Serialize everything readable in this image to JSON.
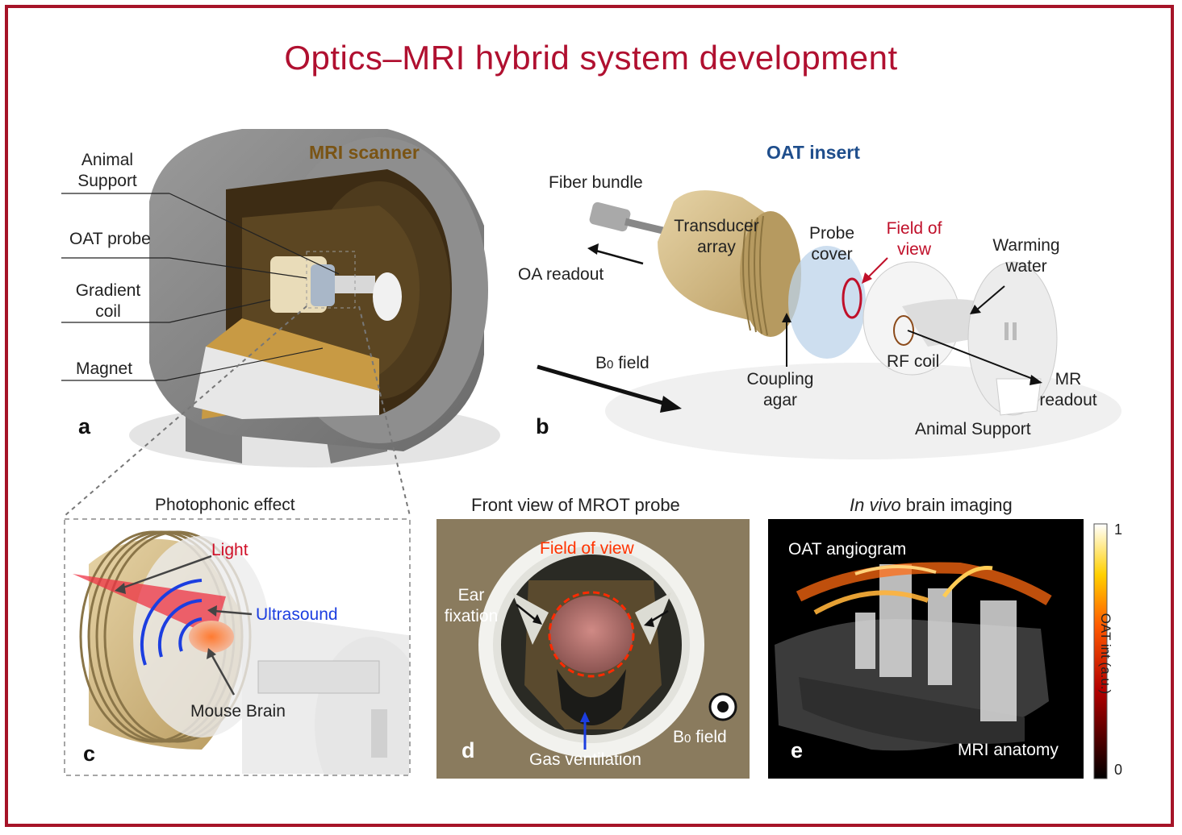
{
  "title": "Optics–MRI hybrid system development",
  "panel_a": {
    "letter": "a",
    "header": "MRI scanner",
    "labels": {
      "animal_support": "Animal\nSupport",
      "oat_probe": "OAT probe",
      "gradient_coil": "Gradient\ncoil",
      "magnet": "Magnet"
    }
  },
  "panel_b": {
    "letter": "b",
    "header": "OAT insert",
    "labels": {
      "fiber_bundle": "Fiber bundle",
      "oa_readout": "OA readout",
      "transducer_array": "Transducer\narray",
      "probe_cover": "Probe\ncover",
      "field_of_view": "Field of\nview",
      "warming_water": "Warming\nwater",
      "b0_prefix": "B",
      "b0_sub": "0",
      "b0_suffix": " field",
      "coupling_agar": "Coupling\nagar",
      "rf_coil": "RF coil",
      "mr_readout": "MR\nreadout",
      "animal_support": "Animal Support"
    }
  },
  "panel_c": {
    "letter": "c",
    "header": "Photophonic effect",
    "labels": {
      "light": "Light",
      "ultrasound": "Ultrasound",
      "mouse_brain": "Mouse Brain"
    }
  },
  "panel_d": {
    "letter": "d",
    "header": "Front view of MROT probe",
    "labels": {
      "field_of_view": "Field of view",
      "ear_fixation": "Ear\nfixation",
      "b0_prefix": "B",
      "b0_sub": "0",
      "b0_suffix": " field",
      "gas_ventilation": "Gas ventilation"
    }
  },
  "panel_e": {
    "letter": "e",
    "header_italic": "In vivo",
    "header_rest": " brain imaging",
    "labels": {
      "oat_angiogram": "OAT angiogram",
      "mri_anatomy": "MRI anatomy"
    },
    "colorbar": {
      "max": "1",
      "min": "0",
      "label": "OAT int (a.u.)"
    }
  },
  "colors": {
    "title": "#b01030",
    "mri_header": "#7a5414",
    "oat_header": "#1f4e8c",
    "red": "#c0102a",
    "blue": "#1c3ee0"
  }
}
